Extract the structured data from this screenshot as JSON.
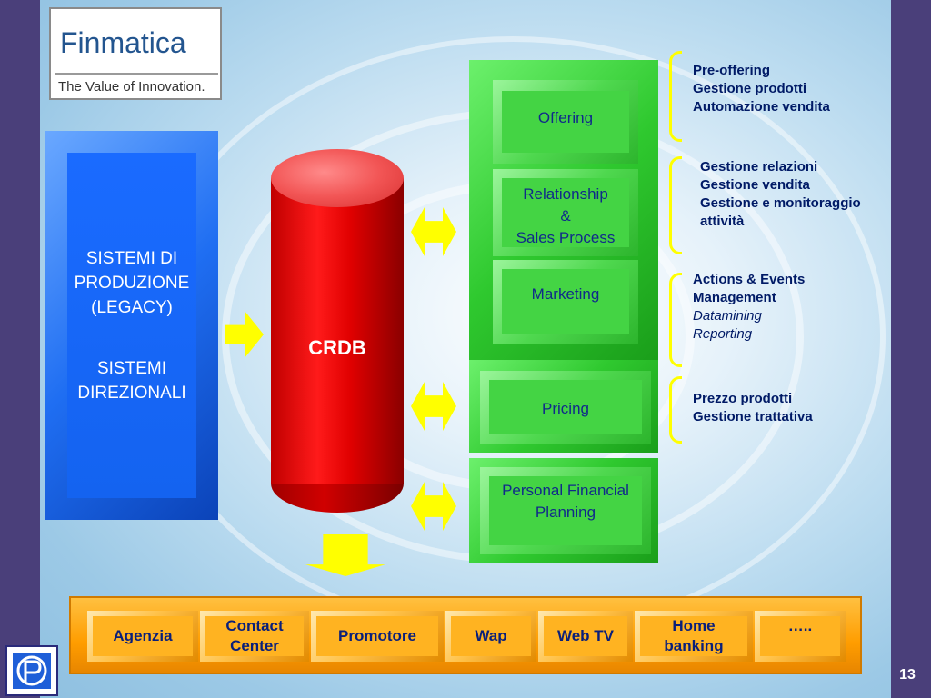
{
  "logo": {
    "brand": "Finmatica",
    "tagline": "The Value of Innovation."
  },
  "legacy_box": {
    "line1": "SISTEMI DI",
    "line2": "PRODUZIONE",
    "line3": "(LEGACY)",
    "line4": "SISTEMI",
    "line5": "DIREZIONALI"
  },
  "database": {
    "label": "CRDB"
  },
  "modules": [
    {
      "label": "Offering"
    },
    {
      "label_lines": [
        "Relationship",
        "&",
        "Sales Process"
      ]
    },
    {
      "label": "Marketing"
    },
    {
      "label": "Pricing"
    },
    {
      "label_lines": [
        "Personal Financial",
        "Planning"
      ]
    }
  ],
  "annotations": {
    "offering": [
      "Pre-offering",
      "Gestione prodotti",
      "Automazione vendita"
    ],
    "relationship": [
      "Gestione relazioni",
      "Gestione vendita",
      "Gestione e monitoraggio",
      "attività"
    ],
    "marketing_bold": [
      "Actions & Events",
      "Management"
    ],
    "marketing_italic": [
      "Datamining",
      "Reporting"
    ],
    "pricing": [
      "Prezzo prodotti",
      "Gestione trattativa"
    ]
  },
  "channels": [
    {
      "lines": [
        "Agenzia"
      ]
    },
    {
      "lines": [
        "Contact",
        "Center"
      ]
    },
    {
      "lines": [
        "Promotore"
      ]
    },
    {
      "lines": [
        "Wap"
      ]
    },
    {
      "lines": [
        "Web TV"
      ]
    },
    {
      "lines": [
        "Home",
        "banking"
      ]
    },
    {
      "lines": [
        "….."
      ]
    }
  ],
  "page_number": "13",
  "colors": {
    "frame": "#4a3f7a",
    "legacy": "#1463f0",
    "crdb": "#e00000",
    "module_green": "#44d444",
    "arrow_yellow": "#ffff00",
    "channel_orange": "#ffb321",
    "text_navy": "#001a66"
  }
}
